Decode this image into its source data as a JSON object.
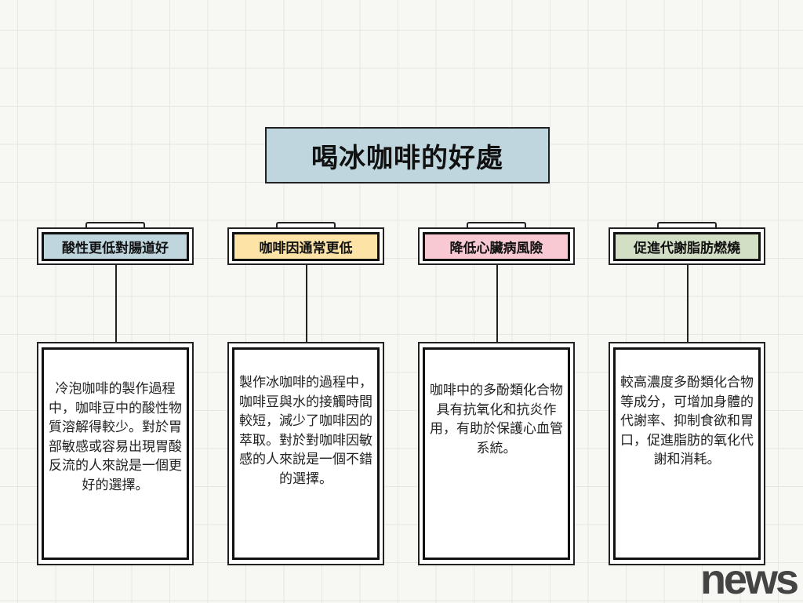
{
  "title": "喝冰咖啡的好處",
  "columns": [
    {
      "heading": "酸性更低對腸道好",
      "color": "#bfd6df",
      "body": "冷泡咖啡的製作過程中，咖啡豆中的酸性物質溶解得較少。對於胃部敏感或容易出現胃酸反流的人來說是一個更好的選擇。"
    },
    {
      "heading": "咖啡因通常更低",
      "color": "#fde3a6",
      "body": "製作冰咖啡的過程中，咖啡豆與水的接觸時間較短，減少了咖啡因的萃取。對於對咖啡因敏感的人來說是一個不錯的選擇。"
    },
    {
      "heading": "降低心臟病風險",
      "color": "#f8c8d3",
      "body": "咖啡中的多酚類化合物具有抗氧化和抗炎作用，有助於保護心血管系統。"
    },
    {
      "heading": "促進代謝脂肪燃燒",
      "color": "#d3dfc5",
      "body": "較高濃度多酚類化合物等成分，可增加身體的代謝率、抑制食欲和胃口，促進脂肪的氧化代謝和消耗。"
    }
  ],
  "logo": "news"
}
